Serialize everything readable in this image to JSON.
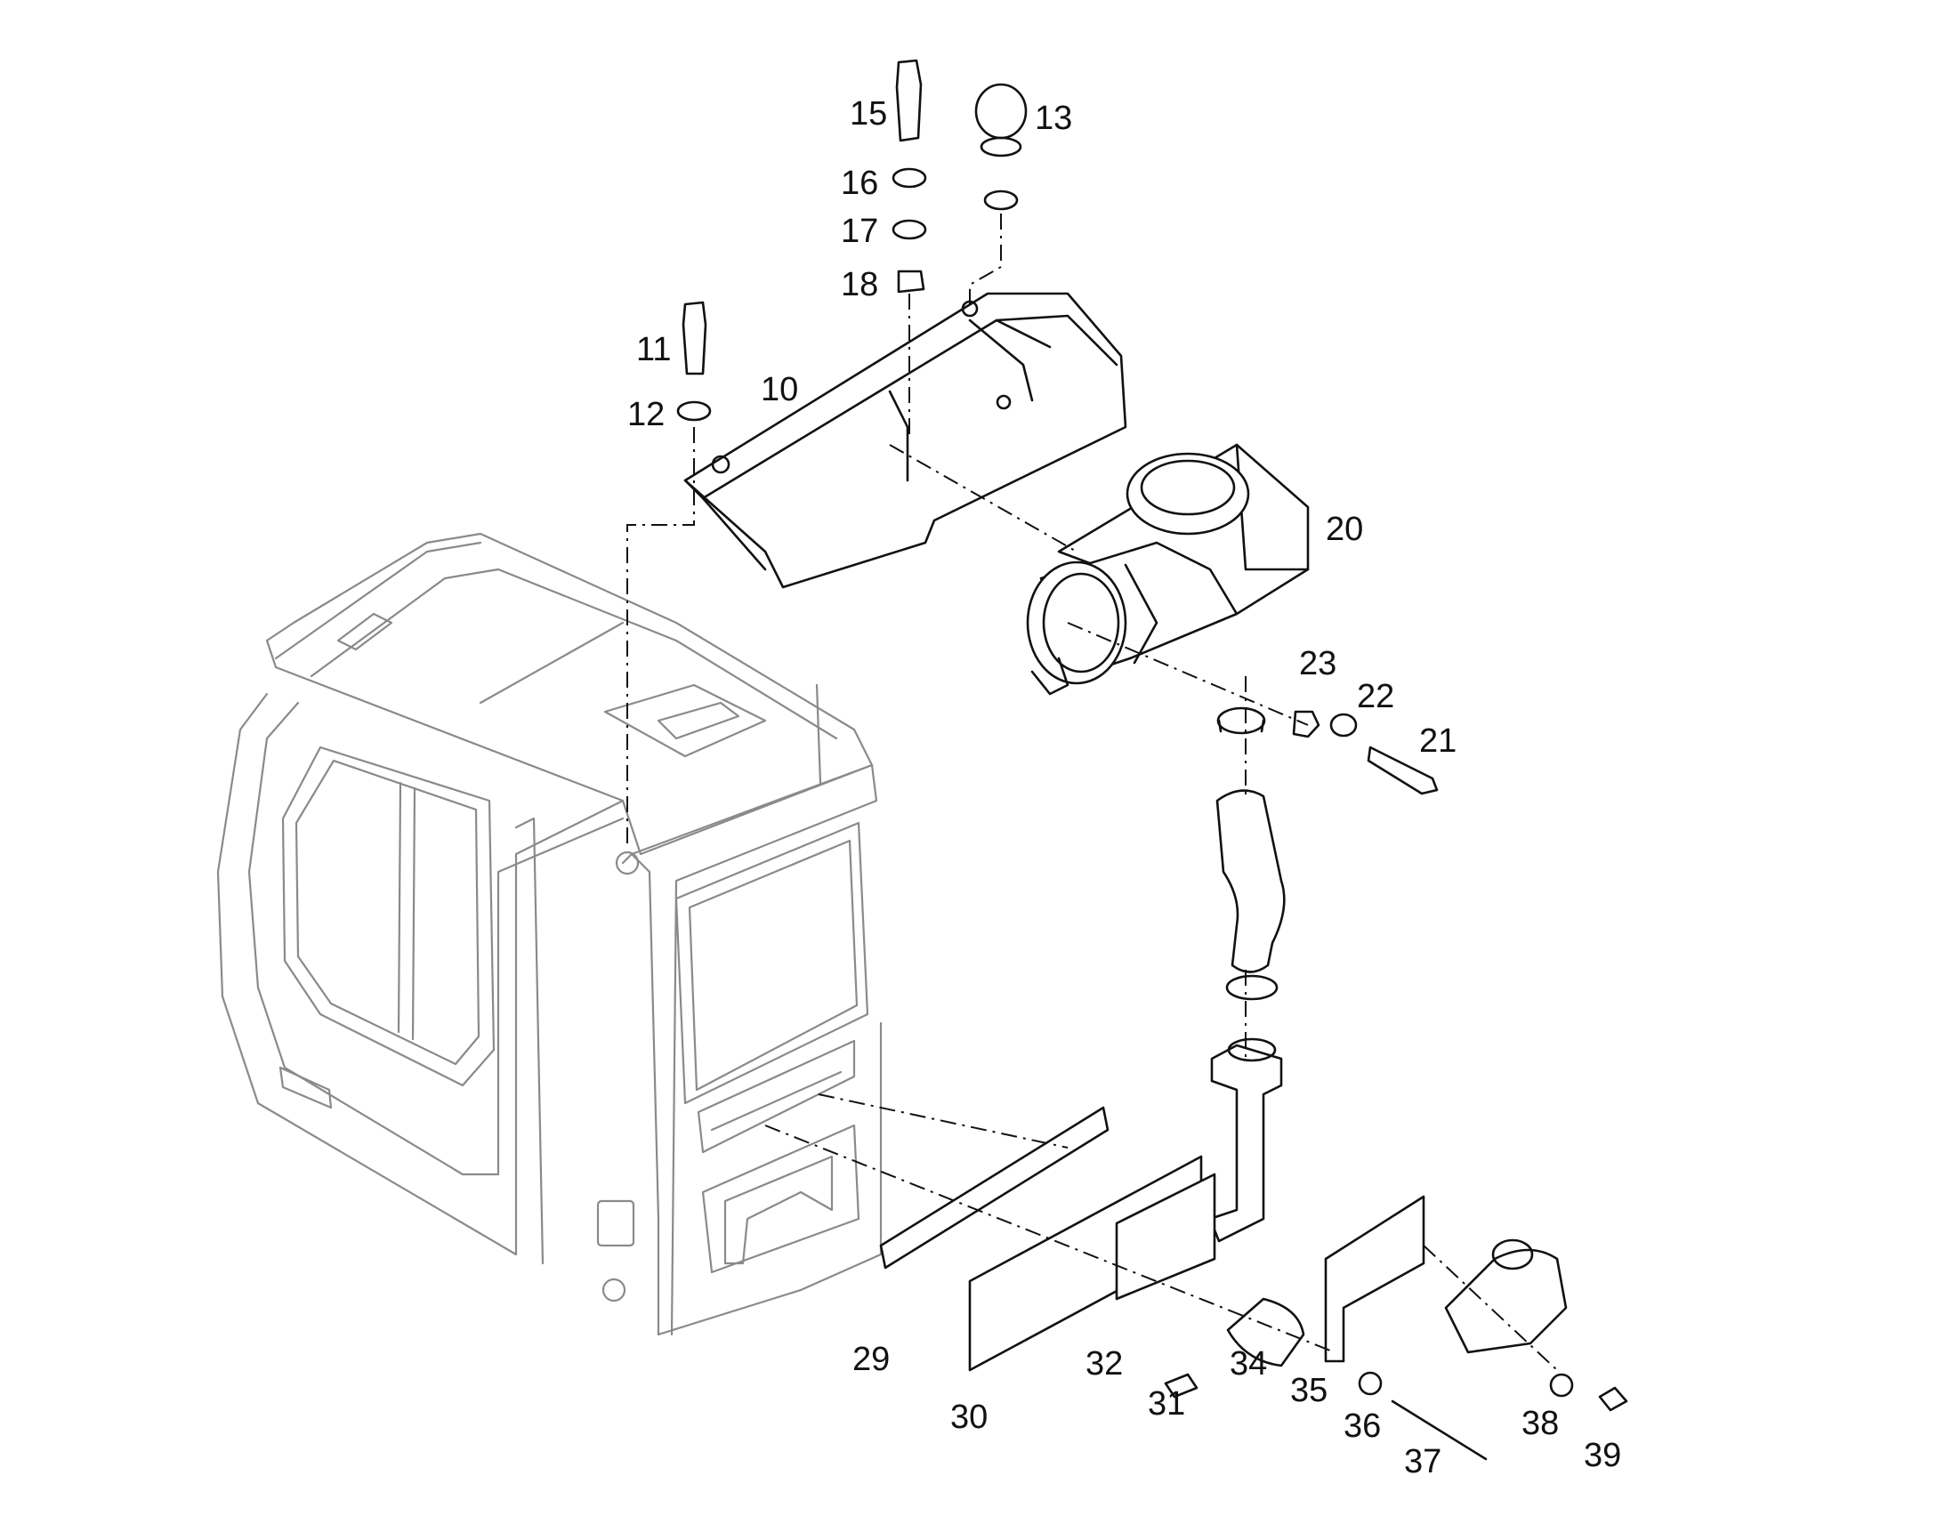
{
  "diagram": {
    "callouts": [
      "10",
      "11",
      "12",
      "13",
      "15",
      "16",
      "17",
      "18",
      "20",
      "21",
      "22",
      "23",
      "29",
      "30",
      "31",
      "32",
      "34",
      "35",
      "36",
      "37",
      "38",
      "39"
    ]
  }
}
